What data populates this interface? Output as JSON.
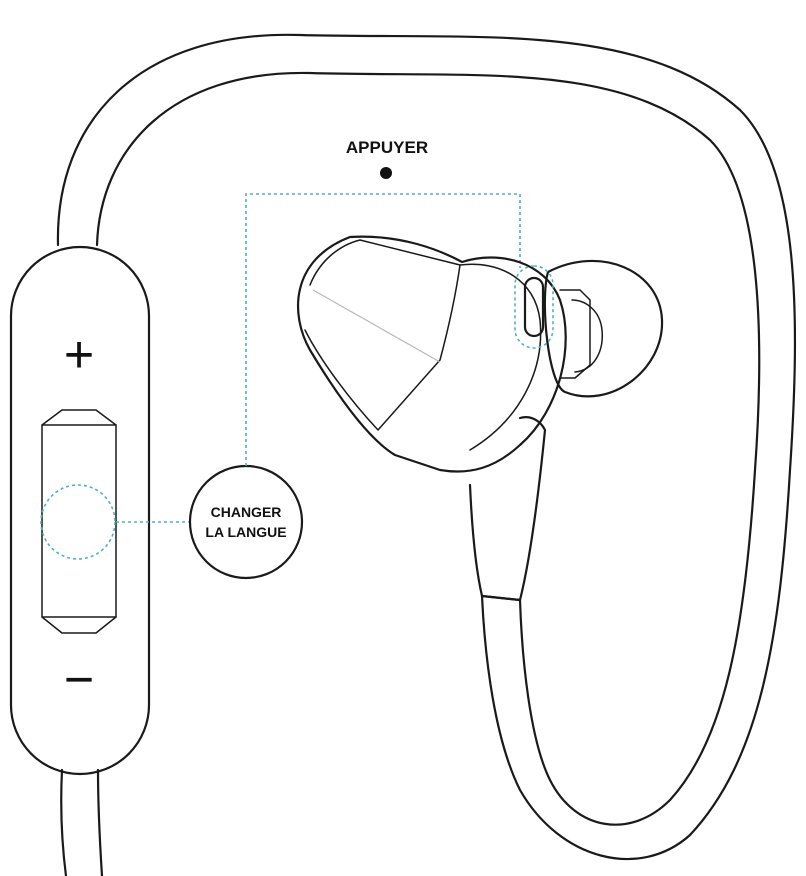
{
  "callouts": {
    "press": "APPUYER",
    "change_language_line1": "CHANGER",
    "change_language_line2": "LA LANGUE"
  },
  "remote": {
    "plus_symbol": "+",
    "minus_symbol": "−"
  },
  "colors": {
    "outline": "#1a1a1a",
    "highlight_dashed": "#4fb3b3",
    "background": "#ffffff"
  },
  "icons": {
    "press_indicator": "filled-dot-icon"
  }
}
